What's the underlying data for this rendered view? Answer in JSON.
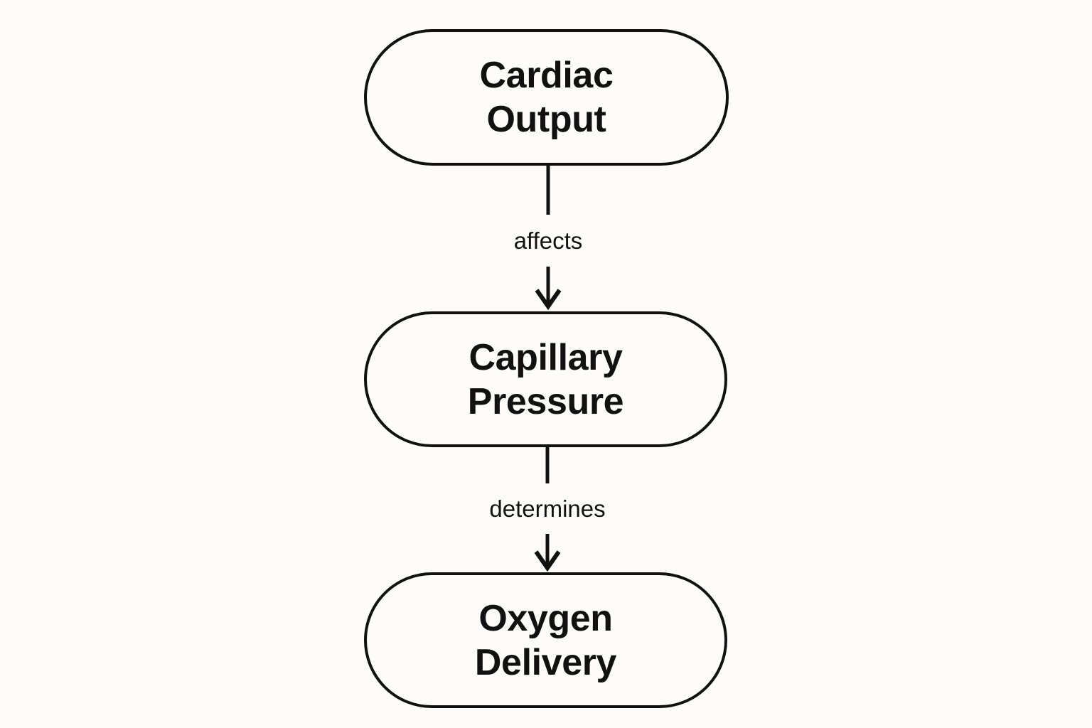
{
  "diagram": {
    "type": "flowchart",
    "orientation": "top-to-bottom",
    "background_color": "#fdfcfa",
    "stroke_color": "#111111",
    "nodes": [
      {
        "id": "cardiac-output",
        "label": "Cardiac\nOutput",
        "shape": "stadium"
      },
      {
        "id": "capillary-pressure",
        "label": "Capillary\nPressure",
        "shape": "stadium"
      },
      {
        "id": "oxygen-delivery",
        "label": "Oxygen\nDelivery",
        "shape": "stadium"
      }
    ],
    "edges": [
      {
        "id": "edge-1",
        "from": "cardiac-output",
        "to": "capillary-pressure",
        "label": "affects",
        "arrow": "open-v"
      },
      {
        "id": "edge-2",
        "from": "capillary-pressure",
        "to": "oxygen-delivery",
        "label": "determines",
        "arrow": "open-v"
      }
    ]
  }
}
